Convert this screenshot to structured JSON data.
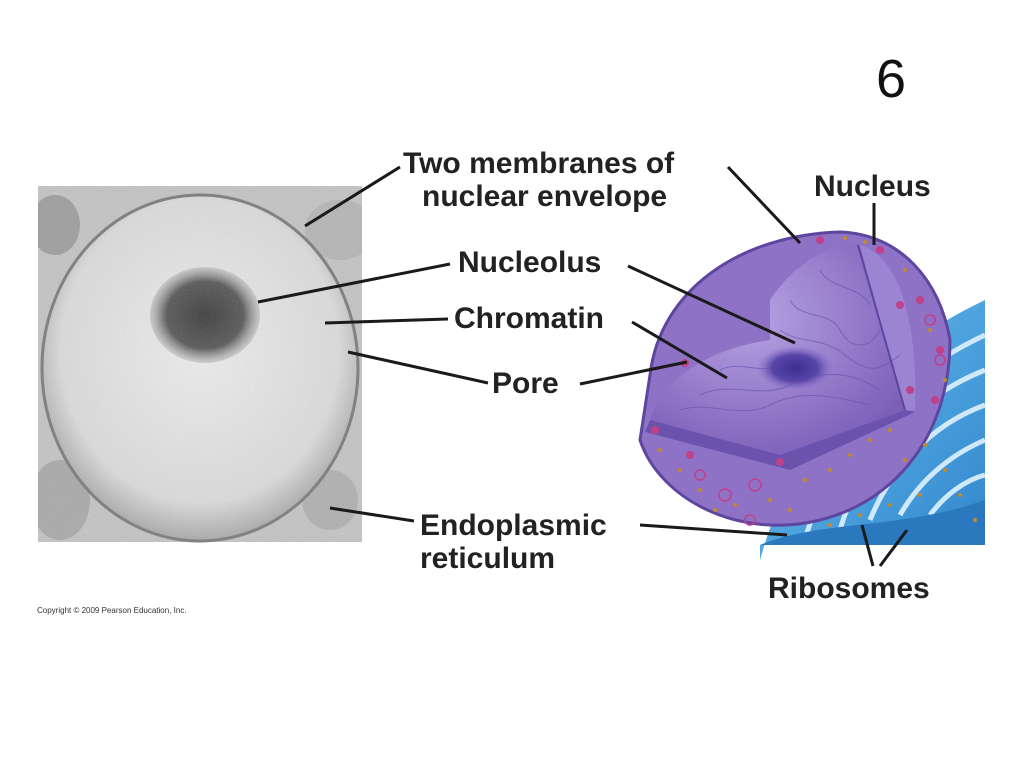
{
  "slide": {
    "number": "6"
  },
  "labels": {
    "membranes_line1": "Two membranes of",
    "membranes_line2": "nuclear envelope",
    "nucleus": "Nucleus",
    "nucleolus": "Nucleolus",
    "chromatin": "Chromatin",
    "pore": "Pore",
    "er_line1": "Endoplasmic",
    "er_line2": "reticulum",
    "ribosomes": "Ribosomes"
  },
  "copyright": "Copyright © 2009 Pearson Education, Inc.",
  "colors": {
    "micrograph_bg": "#c9c9c9",
    "nucleus_purple": "#8c6fc4",
    "nucleus_inner": "#a58fd8",
    "er_blue": "#4aa5e0",
    "ribosome": "#c08a2a",
    "pore_pink": "#c0408a"
  }
}
